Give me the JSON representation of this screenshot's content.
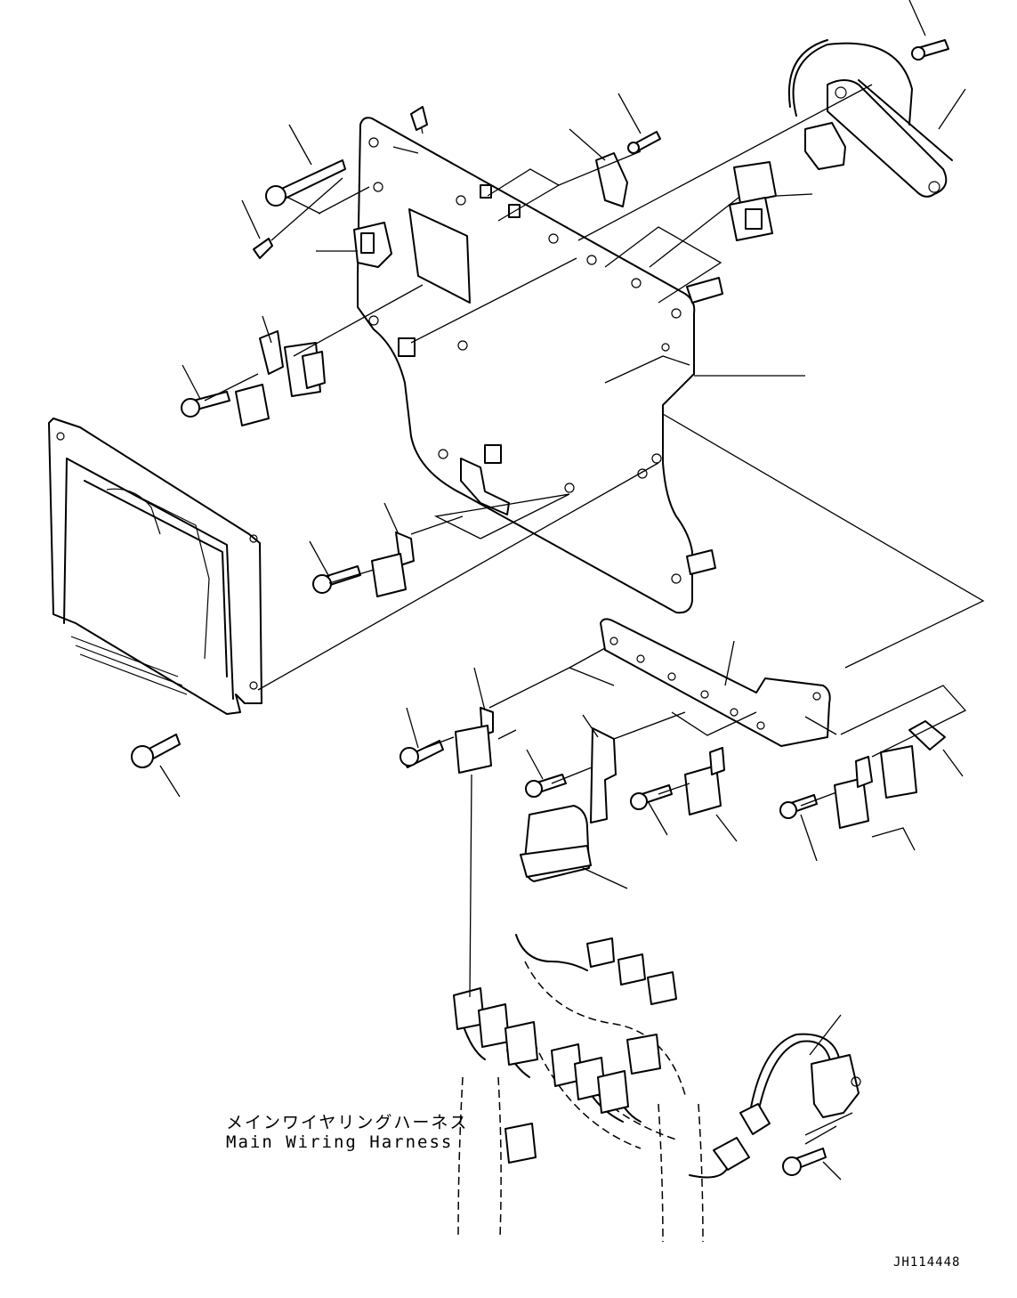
{
  "harness_label": {
    "japanese": "メインワイヤリングハーネス",
    "english": "Main Wiring Harness"
  },
  "drawing_number": "JH114448"
}
